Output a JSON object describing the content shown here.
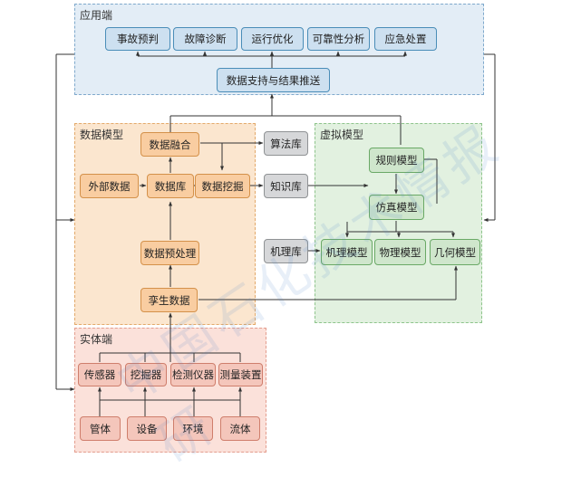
{
  "regions": {
    "app": "应用端",
    "data_model": "数据模型",
    "virtual_model": "虚拟模型",
    "entity": "实体端"
  },
  "app_boxes": [
    "事故预判",
    "故障诊断",
    "运行优化",
    "可靠性分析",
    "应急处置"
  ],
  "support": "数据支持与结果推送",
  "data_model": {
    "fusion": "数据融合",
    "external": "外部数据",
    "database": "数据库",
    "mining": "数据挖掘",
    "preprocess": "数据预处理",
    "twin": "孪生数据"
  },
  "libs": {
    "algorithm": "算法库",
    "knowledge": "知识库",
    "mechanism": "机理库"
  },
  "virtual": {
    "rule": "规则模型",
    "sim": "仿真模型",
    "mech": "机理模型",
    "phys": "物理模型",
    "geo": "几何模型"
  },
  "entity": {
    "sensor": "传感器",
    "excavator": "挖掘器",
    "detector": "检测仪器",
    "measure": "测量装置",
    "pipe": "管体",
    "equip": "设备",
    "env": "环境",
    "fluid": "流体"
  },
  "watermark": "中国石化技术情报研"
}
